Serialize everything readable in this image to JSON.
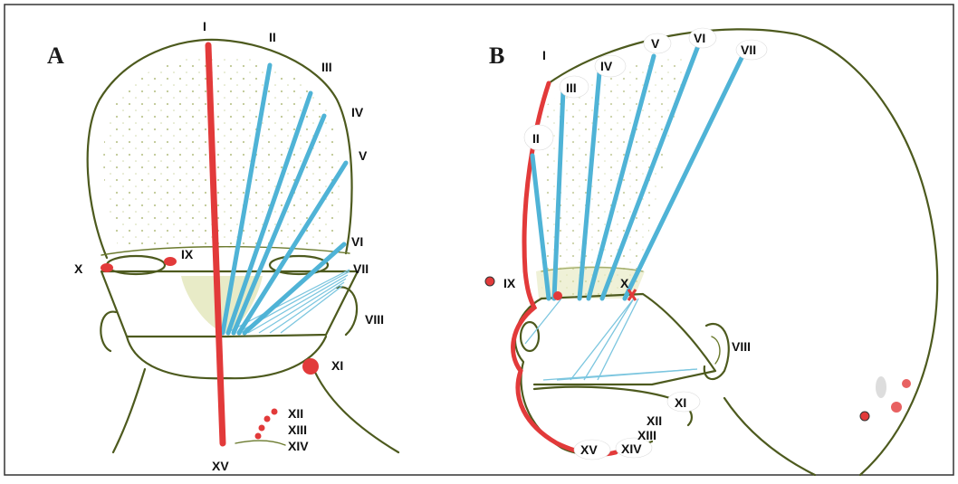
{
  "panels": [
    {
      "letter": "A"
    },
    {
      "letter": "B"
    }
  ],
  "labels_a": [
    "I",
    "II",
    "III",
    "IV",
    "V",
    "VI",
    "VII",
    "VIII",
    "IX",
    "X",
    "XI",
    "XII",
    "XIII",
    "XIV",
    "XV"
  ],
  "labels_b": [
    "I",
    "II",
    "III",
    "IV",
    "V",
    "VI",
    "VII",
    "VIII",
    "IX",
    "X",
    "XI",
    "XII",
    "XIII",
    "XIV",
    "XV"
  ],
  "colors": {
    "midline_red": "#e23a3a",
    "projection_blue": "#4fb3d6",
    "sketch_line": "#4d5a1e",
    "frame": "#333333"
  }
}
